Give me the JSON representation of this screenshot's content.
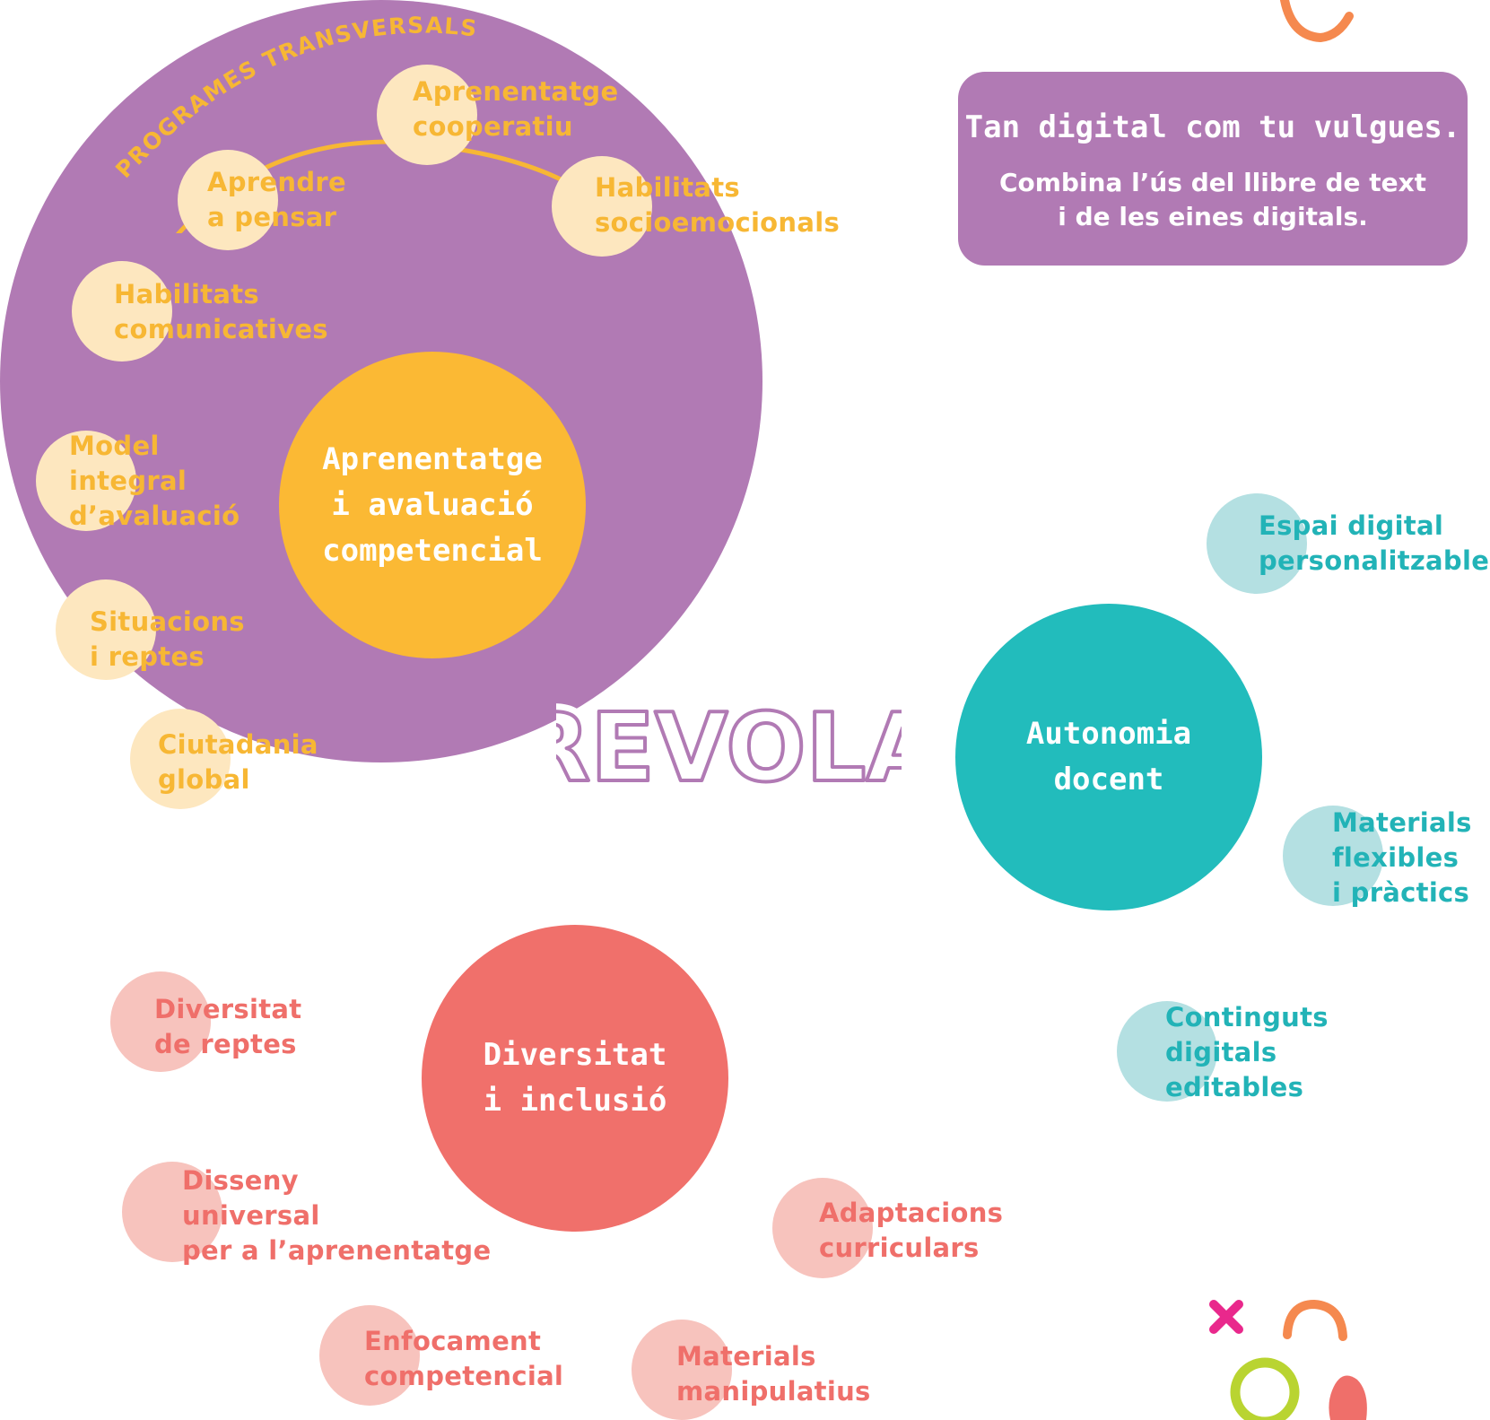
{
  "arc_title": "PROGRAMES TRANSVERSALS",
  "callout": {
    "title": "Tan digital com tu vulgues.",
    "body": "Combina l’ús del llibre de text\ni de les eines digitals."
  },
  "logo_text": "REVOLA",
  "hubs": {
    "yellow": "Aprenentatge\ni avaluació\ncompetencial",
    "teal": "Autonomia\ndocent",
    "red": "Diversitat\ni inclusió"
  },
  "transversal": [
    "Habilitats\ncomunicatives",
    "Aprendre\na pensar",
    "Aprenentatge\ncooperatiu",
    "Habilitats\nsocioemocionals"
  ],
  "yellow_items": [
    "Model\nintegral\nd’avaluació",
    "Situacions\ni reptes",
    "Ciutadania\nglobal"
  ],
  "teal_items": [
    "Espai digital\npersonalitzable",
    "Materials\nflexibles\ni pràctics",
    "Continguts\ndigitals\neditables"
  ],
  "red_items": [
    "Diversitat\nde reptes",
    "Disseny\nuniversal\nper a l’aprenentatge",
    "Enfocament\ncompetencial",
    "Materials\nmanipulatius",
    "Adaptacions\ncurriculars"
  ],
  "colors": {
    "purple": "#b17ab4",
    "yellow": "#fbb934",
    "teal": "#22bcbc",
    "red": "#f0706b",
    "yellow_light": "#fde7bf",
    "teal_light": "#b4e0e2",
    "red_light": "#f7c3bd"
  }
}
